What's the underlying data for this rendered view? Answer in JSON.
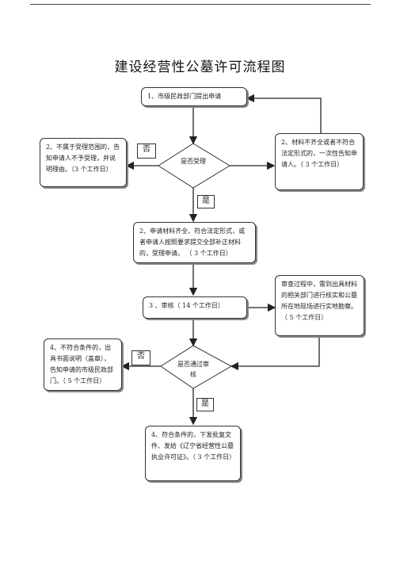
{
  "diagram": {
    "title": "建设经营性公墓许可流程图",
    "nodes": {
      "apply": "1、市级民政部门提出申请",
      "reject_scope": "2、不属于受理范围的，告知申请人不予受理，并说明理由。（3 个工作日）",
      "incomplete": "2、材料不齐全或者不符合法定形式的，一次性告知申请人。（ 3 个工作日）",
      "accept_decision": "是否受理",
      "accepted": "2、申请材料齐全、符合法定形式，或者申请人按照要求提交全部补正材料的，受理申请。 （ 3 个工作日）",
      "review": "3 、审核（ 14 个工作日）",
      "site_check": "审查过程中，需到出具材料的相关部门进行核实和公墓所在地现场进行实地勘察。（ 5 个工作日）",
      "fail": "4、不符合条件的，出具书面说明（盖章），告知申请的市级民政部门。（ 5 个工作日）",
      "pass_decision": "是否通过审核",
      "approve": "4、符合条件的，下发批复文件、发给《辽宁省经营性公墓执业许可证》。（ 3 个工作日）"
    },
    "labels": {
      "no1": "否",
      "yes1": "是",
      "no2": "否",
      "yes2": "是"
    }
  }
}
